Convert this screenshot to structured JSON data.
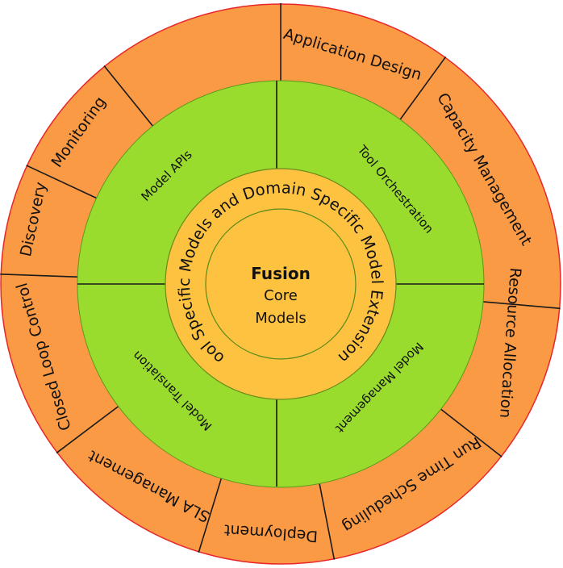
{
  "colors": {
    "outer_ring": "#fb9a45",
    "outer_border": "#e8262a",
    "middle_ring": "#99dc2e",
    "inner_ring": "#fdc340",
    "core": "#fdc340",
    "divider": "#1a1a1a"
  },
  "outer_ring": {
    "labels": [
      "Application Design",
      "Capacity Management",
      "Resource Allocation",
      "Run Time Scheduling",
      "Deployment",
      "SLA Management",
      "Closed Loop Control",
      "Discovery",
      "Monitoring"
    ]
  },
  "middle_ring": {
    "labels": [
      "Model APIs",
      "Tool Orchestration",
      "Model Management",
      "Model Translation"
    ]
  },
  "inner_ring": {
    "label": "Tool Specific Models and Domain Specific Model Extensions"
  },
  "core": {
    "title": "Fusion",
    "line1": "Core",
    "line2": "Models"
  }
}
